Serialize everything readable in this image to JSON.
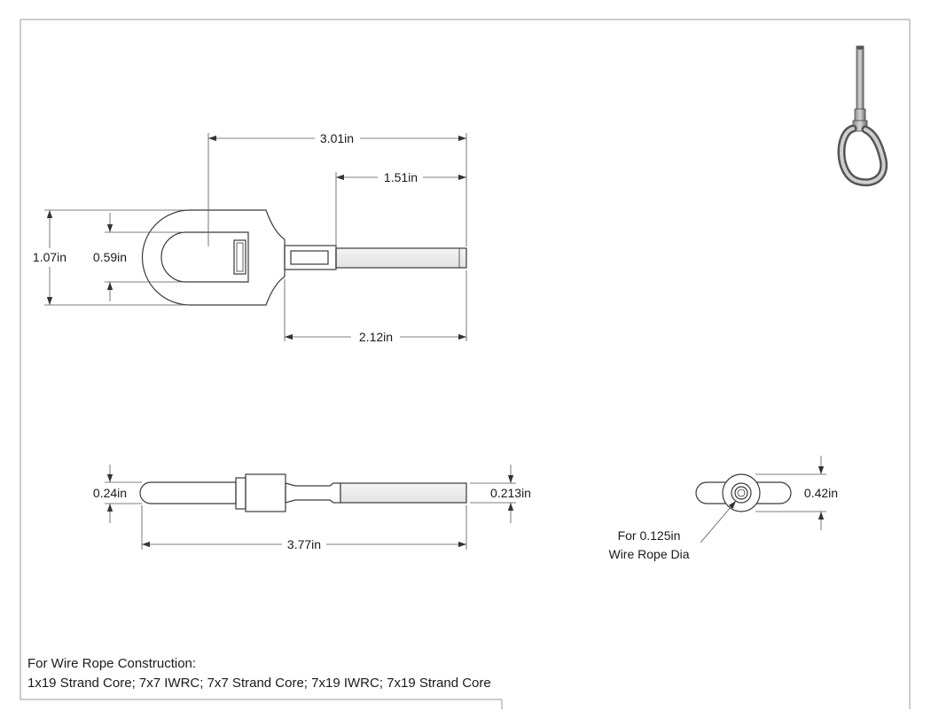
{
  "dimensions": {
    "overall_length_top": "3.01in",
    "shank_length": "1.51in",
    "eye_outer_height": "1.07in",
    "eye_inner_height": "0.59in",
    "body_length": "2.12in",
    "eye_thickness": "0.24in",
    "shank_diameter": "0.213in",
    "overall_length_side": "3.77in",
    "end_view_height": "0.42in"
  },
  "callout": {
    "line1": "For 0.125in",
    "line2": "Wire Rope Dia"
  },
  "notes": {
    "line1": "For Wire Rope Construction:",
    "line2": "1x19 Strand Core; 7x7 IWRC; 7x7 Strand Core; 7x19 IWRC; 7x19 Strand Core"
  },
  "colors": {
    "line": "#3a3a3a",
    "dim": "#555555",
    "border": "#999999"
  }
}
